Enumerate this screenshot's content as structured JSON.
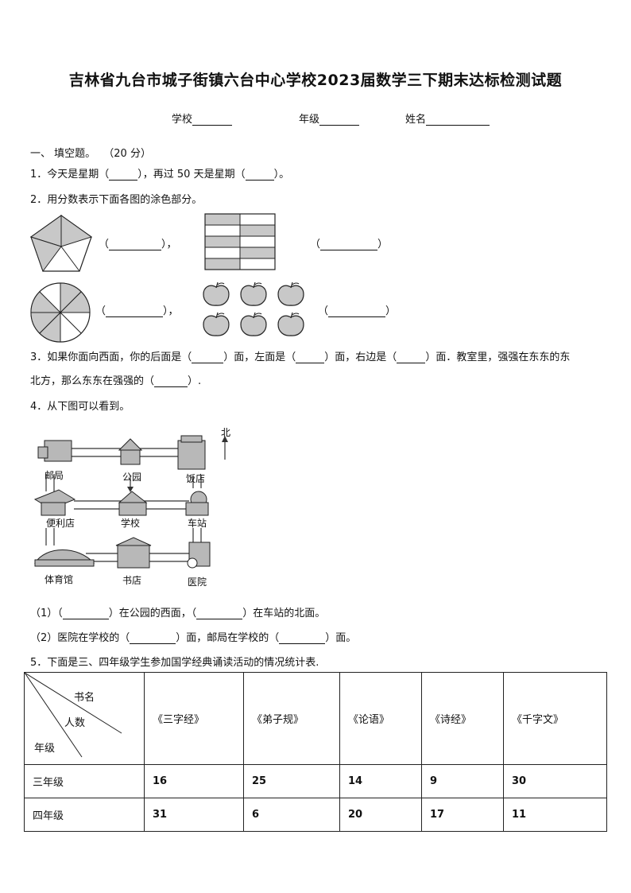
{
  "title": "吉林省九台市城子街镇六台中心学校2023届数学三下期末达标检测试题",
  "info": {
    "school": "学校",
    "grade": "年级",
    "name": "姓名"
  },
  "section1": {
    "heading": "一、  填空题。",
    "score": "（20  分）"
  },
  "q1": {
    "a": "1．今天是星期（",
    "b": "），再过 50 天是星期（",
    "c": "）。"
  },
  "q2": {
    "text": "2．用分数表示下面各图的涂色部分。",
    "comma": "，",
    "open": "（",
    "close": "）"
  },
  "q3": {
    "l1a": "3．如果你面向西面，你的后面是（",
    "l1b": "）面，左面是（",
    "l1c": "）面，右边是（",
    "l1d": "）面．教室里，强强在东东的东",
    "l2a": "北方，那么东东在强强的（",
    "l2b": "）."
  },
  "q4": {
    "text": "4．从下图可以看到。",
    "map": {
      "north": "北",
      "places": [
        "邮局",
        "公园",
        "饭店",
        "便利店",
        "学校",
        "车站",
        "体育馆",
        "书店",
        "医院"
      ]
    },
    "s1a": "（1）（",
    "s1b": "）在公园的西面，（",
    "s1c": "）在车站的北面。",
    "s2a": "（2）医院在学校的（",
    "s2b": "）面，邮局在学校的（",
    "s2c": "）面。"
  },
  "q5": {
    "text": "5．下面是三、四年级学生参加国学经典诵读活动的情况统计表.",
    "header": {
      "book": "书名",
      "count": "人数",
      "grade": "年级"
    },
    "books": [
      "《三字经》",
      "《弟子规》",
      "《论语》",
      "《诗经》",
      "《千字文》"
    ],
    "rows": [
      {
        "grade": "三年级",
        "values": [
          "16",
          "25",
          "14",
          "9",
          "30"
        ]
      },
      {
        "grade": "四年级",
        "values": [
          "31",
          "6",
          "20",
          "17",
          "11"
        ]
      }
    ]
  }
}
